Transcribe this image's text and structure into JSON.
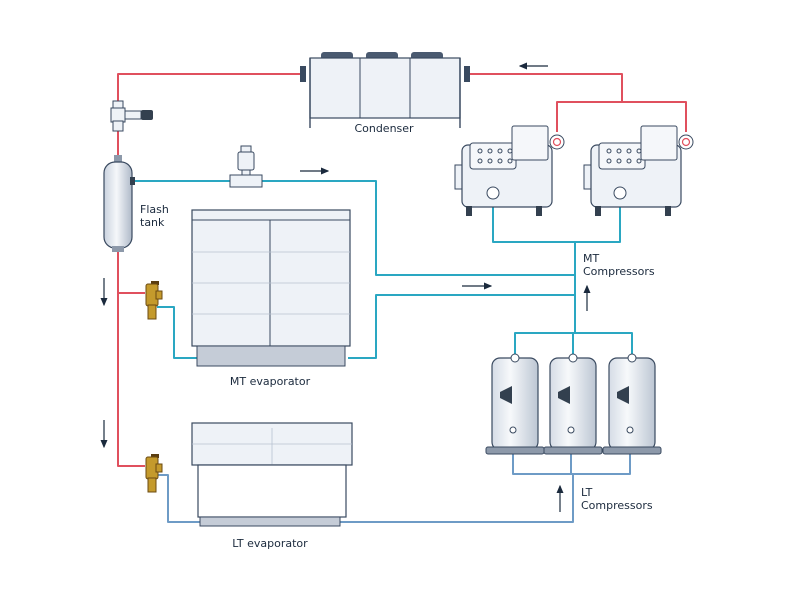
{
  "labels": {
    "condenser": "Condenser",
    "flash_tank_1": "Flash",
    "flash_tank_2": "tank",
    "mt_compressors_1": "MT",
    "mt_compressors_2": "Compressors",
    "mt_evaporator": "MT evaporator",
    "lt_evaporator": "LT evaporator",
    "lt_compressors_1": "LT",
    "lt_compressors_2": "Compressors"
  },
  "colors": {
    "hot_line": "#e0505e",
    "mt_line": "#2aa7c2",
    "lt_line": "#6e9bc6",
    "equipment_outline": "#3a4a60",
    "equipment_fill": "#f0f3f8",
    "valve_brass": "#c49a2c",
    "arrow": "#1b2a3d"
  }
}
